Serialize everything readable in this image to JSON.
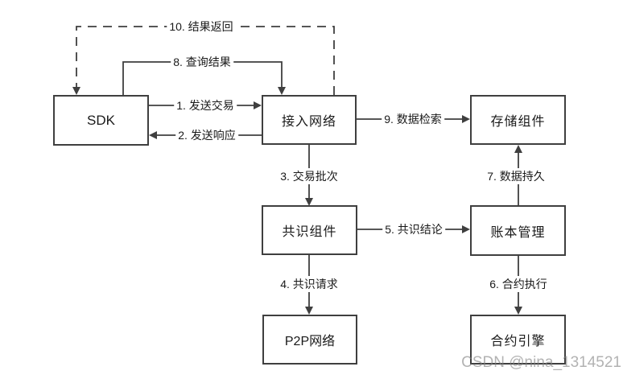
{
  "diagram": {
    "nodes": {
      "sdk": {
        "label": "SDK"
      },
      "access_network": {
        "label": "接入网络"
      },
      "storage": {
        "label": "存储组件"
      },
      "consensus": {
        "label": "共识组件"
      },
      "ledger": {
        "label": "账本管理"
      },
      "p2p": {
        "label": "P2P网络"
      },
      "contract_engine": {
        "label": "合约引擎"
      }
    },
    "edges": {
      "e1": {
        "label": "1. 发送交易",
        "from": "SDK",
        "to": "接入网络",
        "style": "solid"
      },
      "e2": {
        "label": "2. 发送响应",
        "from": "接入网络",
        "to": "SDK",
        "style": "solid"
      },
      "e3": {
        "label": "3. 交易批次",
        "from": "接入网络",
        "to": "共识组件",
        "style": "solid"
      },
      "e4": {
        "label": "4. 共识请求",
        "from": "共识组件",
        "to": "P2P网络",
        "style": "solid"
      },
      "e5": {
        "label": "5. 共识结论",
        "from": "共识组件",
        "to": "账本管理",
        "style": "solid"
      },
      "e6": {
        "label": "6. 合约执行",
        "from": "账本管理",
        "to": "合约引擎",
        "style": "solid"
      },
      "e7": {
        "label": "7. 数据持久",
        "from": "账本管理",
        "to": "存储组件",
        "style": "solid"
      },
      "e8": {
        "label": "8. 查询结果",
        "from": "SDK",
        "to": "接入网络",
        "style": "solid"
      },
      "e9": {
        "label": "9. 数据检索",
        "from": "接入网络",
        "to": "存储组件",
        "style": "solid"
      },
      "e10": {
        "label": "10. 结果返回",
        "from": "接入网络",
        "to": "SDK",
        "style": "dashed"
      }
    },
    "colors": {
      "stroke": "#3f3f3f",
      "text": "#1a1a1a",
      "watermark": "#9a9a9a"
    }
  },
  "watermark": {
    "text": "CSDN @nina_1314521"
  }
}
